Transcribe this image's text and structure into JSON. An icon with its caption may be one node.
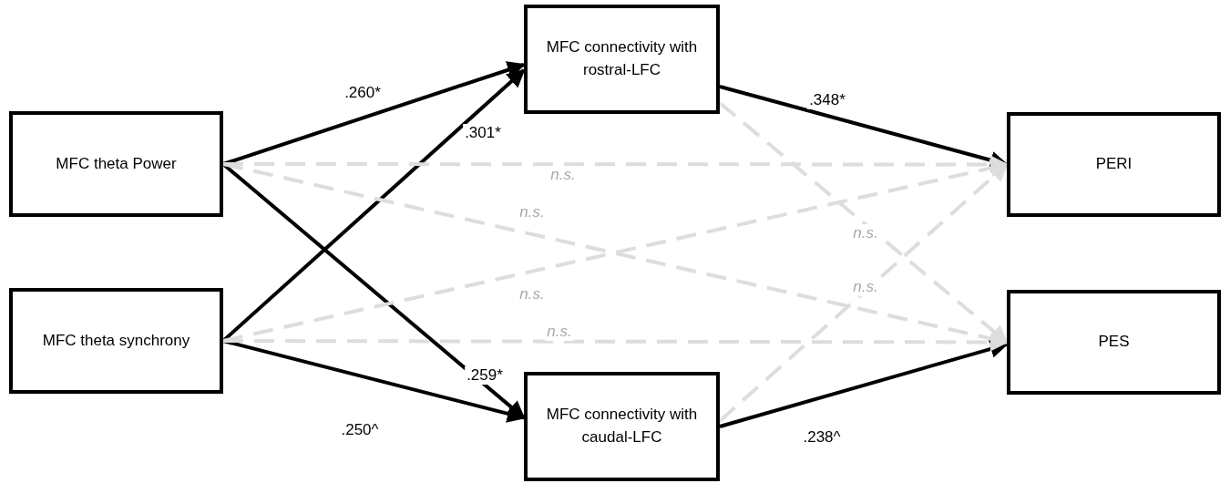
{
  "diagram": {
    "nodes": [
      {
        "text": [
          "MFC theta Power"
        ]
      },
      {
        "text": [
          "MFC theta synchrony"
        ]
      },
      {
        "text": [
          "MFC connectivity with rostral-LFC"
        ]
      },
      {
        "text": [
          "MFC connectivity with caudal-LFC"
        ]
      },
      {
        "text": [
          "PERI"
        ]
      },
      {
        "text": [
          "PES"
        ]
      }
    ],
    "edges": [
      {
        "from": 0,
        "to": 2,
        "arrow": "to",
        "label": ".260*"
      },
      {
        "from": 1,
        "to": 2,
        "arrow": "to",
        "label": ".301*"
      },
      {
        "from": 0,
        "to": 3,
        "arrow": "to",
        "label": ".259*"
      },
      {
        "from": 1,
        "to": 3,
        "arrow": "to",
        "label": ".250^"
      },
      {
        "from": 2,
        "to": 4,
        "arrow": "to",
        "label": ".348*"
      },
      {
        "from": 3,
        "to": 5,
        "arrow": "to",
        "label": ".238^"
      },
      {
        "from": 0,
        "to": 4,
        "arrow": "to",
        "label": "n.s.",
        "style": "dashed",
        "color": "#dddddd"
      },
      {
        "from": 0,
        "to": 5,
        "arrow": "to",
        "label": "n.s.",
        "style": "dashed",
        "color": "#dddddd"
      },
      {
        "from": 1,
        "to": 4,
        "arrow": "to",
        "label": "n.s.",
        "style": "dashed",
        "color": "#dddddd"
      },
      {
        "from": 1,
        "to": 5,
        "arrow": "to",
        "label": "n.s.",
        "style": "dashed",
        "color": "#dddddd"
      },
      {
        "from": 2,
        "to": 5,
        "arrow": "to",
        "label": "n.s.",
        "style": "dashed",
        "color": "#dddddd"
      },
      {
        "from": 3,
        "to": 4,
        "arrow": "to",
        "label": "n.s.",
        "style": "dashed",
        "color": "#dddddd"
      }
    ]
  }
}
